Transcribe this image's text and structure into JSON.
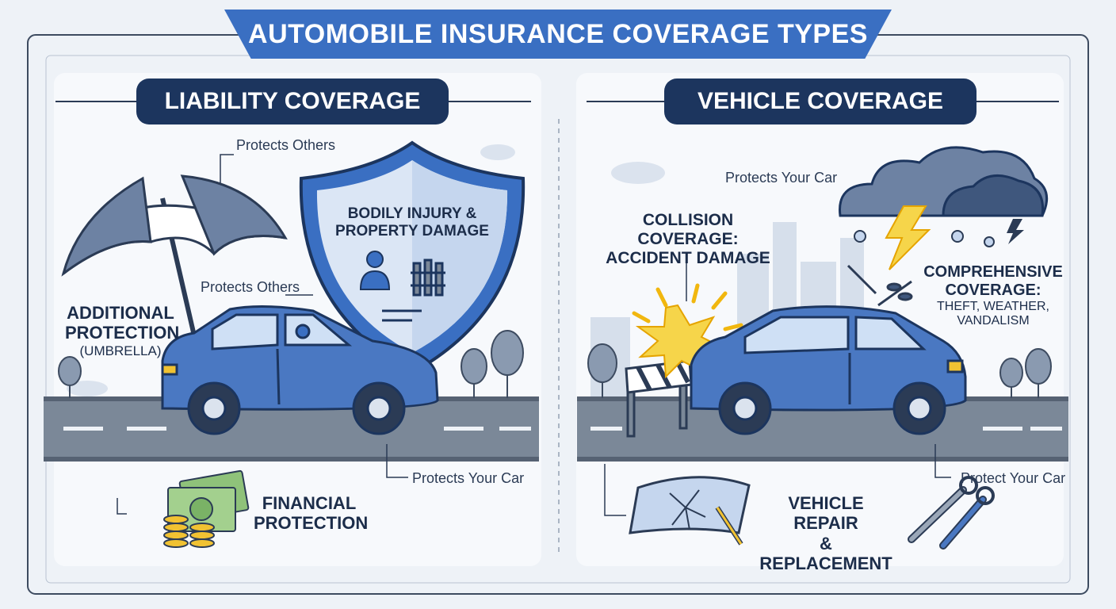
{
  "title": "AUTOMOBILE INSURANCE COVERAGE TYPES",
  "liability": {
    "heading": "LIABILITY COVERAGE",
    "protects_others_top": "Protects Others",
    "protects_others_mid": "Protects Others",
    "shield_line1": "BODILY INJURY &",
    "shield_line2": "PROPERTY DAMAGE",
    "umbrella_line1": "ADDITIONAL",
    "umbrella_line2": "PROTECTION",
    "umbrella_line3": "(UMBRELLA)",
    "protects_your_car": "Protects Your Car",
    "financial_line1": "FINANCIAL",
    "financial_line2": "PROTECTION"
  },
  "vehicle": {
    "heading": "VEHICLE COVERAGE",
    "protects_your_car_top": "Protects Your Car",
    "collision_line1": "COLLISION COVERAGE:",
    "collision_line2": "ACCIDENT DAMAGE",
    "comprehensive_line1": "COMPREHENSIVE",
    "comprehensive_line2": "COVERAGE:",
    "comprehensive_line3": "THEFT, WEATHER,",
    "comprehensive_line4": "VANDALISM",
    "protect_your_car": "Protect Your Car",
    "repair_line1": "VEHICLE REPAIR",
    "repair_line2": "& REPLACEMENT"
  },
  "colors": {
    "accent": "#3a6fc2",
    "navy": "#1c355e",
    "car_blue": "#4a78c2",
    "road": "#6f7d8f",
    "panel": "#f7f9fc"
  }
}
